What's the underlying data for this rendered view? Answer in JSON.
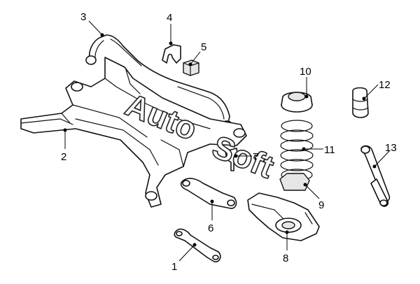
{
  "watermark": {
    "line1": "Auto",
    "line2": "Soft"
  },
  "callouts": [
    {
      "num": "1"
    },
    {
      "num": "2"
    },
    {
      "num": "3"
    },
    {
      "num": "4"
    },
    {
      "num": "5"
    },
    {
      "num": "6"
    },
    {
      "num": "7"
    },
    {
      "num": "8"
    },
    {
      "num": "9"
    },
    {
      "num": "10"
    },
    {
      "num": "11"
    },
    {
      "num": "12"
    },
    {
      "num": "13"
    }
  ]
}
